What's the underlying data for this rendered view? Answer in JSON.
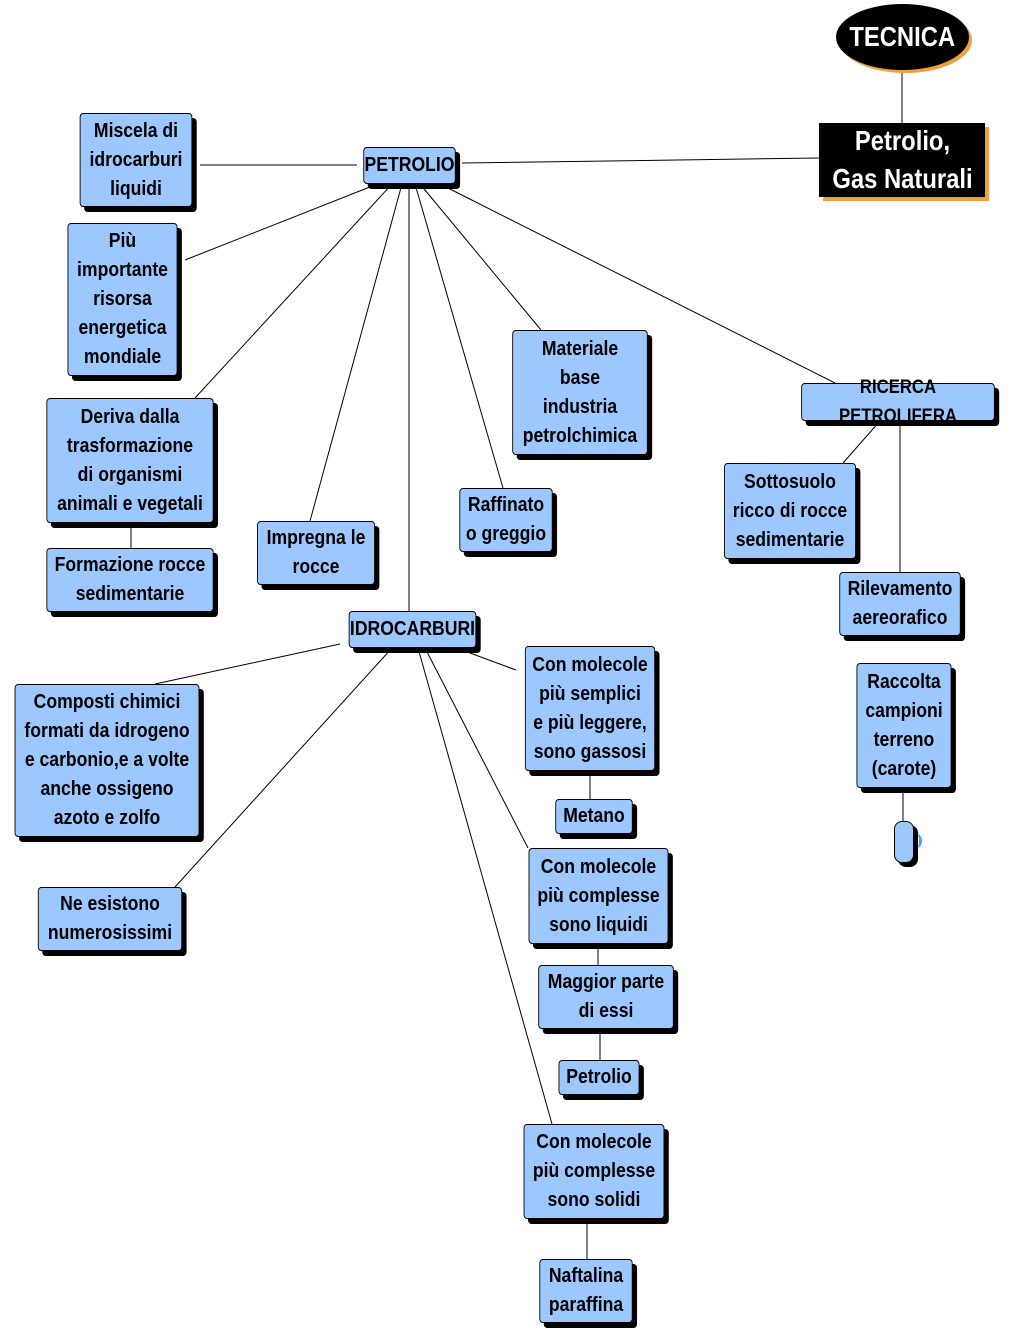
{
  "header": {
    "badge": "TECNICA",
    "topic": "Petrolio,\nGas Naturali"
  },
  "petrolio": {
    "main": "PETROLIO",
    "miscela": "Miscela di\nidrocarburi\nliquidi",
    "risorsa": "Più\nimportante\nrisorsa\nenergetica\nmondiale",
    "deriva": "Deriva dalla\ntrasformazione\ndi organismi\nanimali e vegetali",
    "formazione": "Formazione rocce\nsedimentarie",
    "impregna": "Impregna le\nrocce",
    "raffinato": "Raffinato\no greggio",
    "materiale": "Materiale\nbase\nindustria\npetrolchimica"
  },
  "ricerca": {
    "main": "RICERCA PETROLIFERA",
    "sottosuolo": "Sottosuolo\nricco di rocce\nsedimentarie",
    "rilevamento": "Rilevamento\naereorafico",
    "raccolta": "Raccolta\ncampioni\nterreno\n(carote)"
  },
  "idrocarburi": {
    "main": "IDROCARBURI",
    "composti": "Composti chimici\nformati da idrogeno\ne carbonio,e a volte\nanche ossigeno\nazoto e zolfo",
    "numerosi": "Ne esistono\nnumerosissimi",
    "gassosi": "Con molecole\npiù semplici\ne più leggere,\nsono gassosi",
    "metano": "Metano",
    "liquidi": "Con molecole\npiù complesse\nsono liquidi",
    "maggior": "Maggior parte\ndi essi",
    "petrolio": "Petrolio",
    "solidi": "Con molecole\npiù complesse\nsono solidi",
    "naftalina": "Naftalina\nparaffina"
  },
  "colors": {
    "node_fill": "#9cc7ff",
    "shadow": "#000000",
    "accent_shadow": "#f0a040",
    "link_mark": "#3fa9f5"
  }
}
